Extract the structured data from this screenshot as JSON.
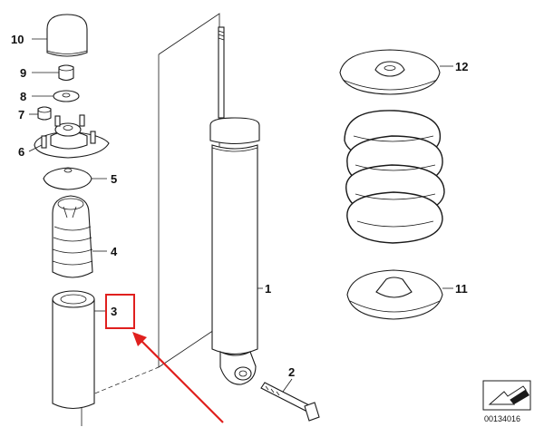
{
  "diagram": {
    "parts": [
      {
        "number": "1",
        "name": "shock absorber"
      },
      {
        "number": "2",
        "name": "bolt"
      },
      {
        "number": "3",
        "name": "protective tube"
      },
      {
        "number": "4",
        "name": "bump stop"
      },
      {
        "number": "5",
        "name": "washer"
      },
      {
        "number": "6",
        "name": "mounting support"
      },
      {
        "number": "7",
        "name": "nut"
      },
      {
        "number": "8",
        "name": "washer small"
      },
      {
        "number": "9",
        "name": "nut top"
      },
      {
        "number": "10",
        "name": "cap"
      },
      {
        "number": "11",
        "name": "lower spring pad"
      },
      {
        "number": "12",
        "name": "upper spring pad"
      }
    ],
    "document_id": "00134016",
    "highlight": {
      "target_part": "3",
      "color": "#e0201e"
    },
    "colors": {
      "line": "#1a1a1a",
      "background": "#ffffff"
    }
  }
}
